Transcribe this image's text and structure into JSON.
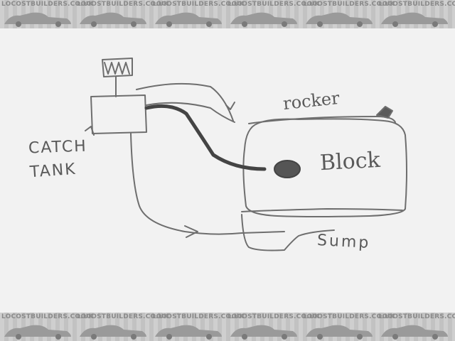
{
  "watermark": {
    "text": "LOCOSTBUILDERS.CO.UK",
    "band_color": "#c8c8c8"
  },
  "labels": {
    "catch": "CATCH",
    "tank": "TANK",
    "rocker": "rocker",
    "block": "Block",
    "sump": "Sump"
  },
  "colors": {
    "paper": "#f2f2f2",
    "pencil": "#6e6e6e",
    "dark_pencil": "#444444"
  }
}
